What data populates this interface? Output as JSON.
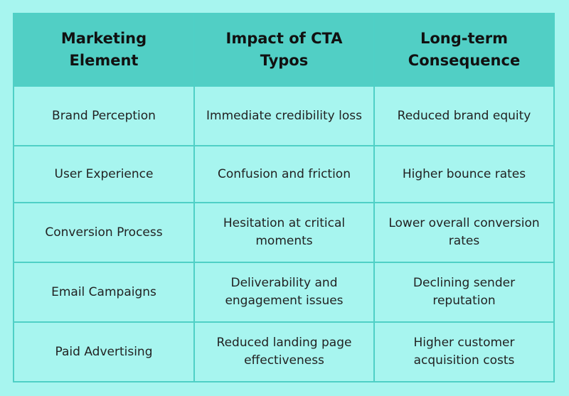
{
  "table": {
    "headers": [
      "Marketing Element",
      "Impact of CTA Typos",
      "Long-term Consequence"
    ],
    "rows": [
      [
        "Brand Perception",
        "Immediate credibility loss",
        "Reduced brand equity"
      ],
      [
        "User Experience",
        "Confusion and friction",
        "Higher bounce rates"
      ],
      [
        "Conversion Process",
        "Hesitation at critical moments",
        "Lower overall conversion rates"
      ],
      [
        "Email Campaigns",
        "Deliverability and engagement issues",
        "Declining sender reputation"
      ],
      [
        "Paid Advertising",
        "Reduced landing page effectiveness",
        "Higher customer acquisition costs"
      ]
    ]
  },
  "colors": {
    "background": "#a7f5ef",
    "header_background": "#51cfc5",
    "border": "#4fd0c6",
    "text": "#222222"
  }
}
